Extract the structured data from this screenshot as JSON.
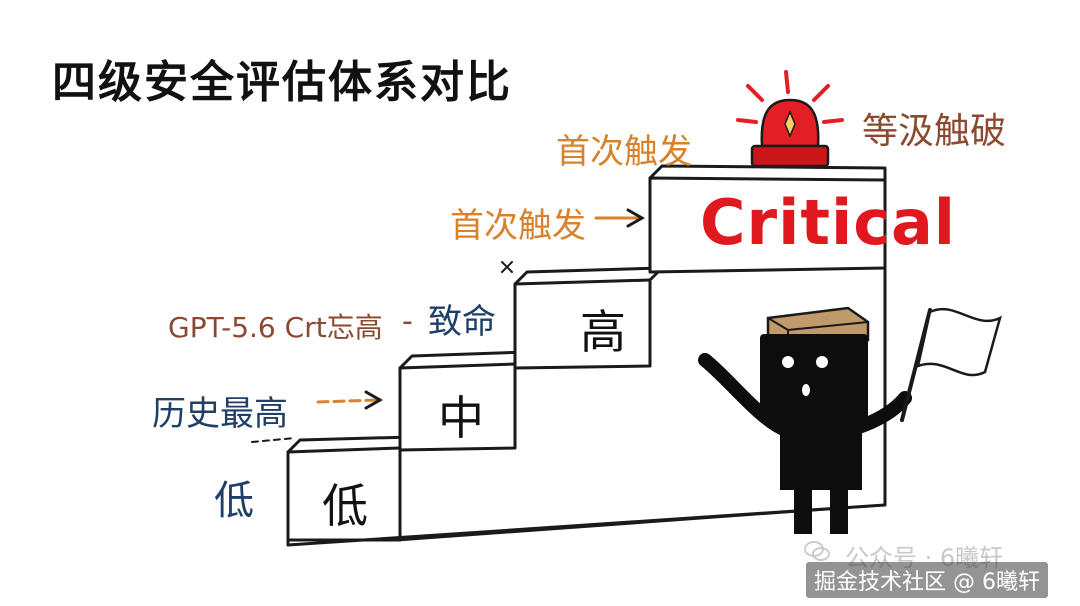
{
  "title": "四级安全评估体系对比",
  "steps": [
    {
      "label": "低"
    },
    {
      "label": "中"
    },
    {
      "label": "高"
    },
    {
      "label": "Critical"
    }
  ],
  "annotations": {
    "low_left": "低",
    "history_high": "历史最高",
    "gpt_note": "GPT-5.6 Crt忘高",
    "dash": "-",
    "fatal": "致命",
    "first_trigger_1": "首次触发",
    "first_trigger_2": "首次触发",
    "equal_level": "等汲触破"
  },
  "watermark": "公众号 · 6曦轩",
  "source": "掘金技术社区 @ 6曦轩",
  "colors": {
    "critical": "#e0191f",
    "orange": "#d9822b",
    "navy": "#1f3f66",
    "brown": "#8b4a2f",
    "siren": "#e31e24"
  },
  "icons": [
    "siren-icon",
    "character-icon",
    "white-flag-icon",
    "arrow-icon",
    "wechat-icon"
  ]
}
